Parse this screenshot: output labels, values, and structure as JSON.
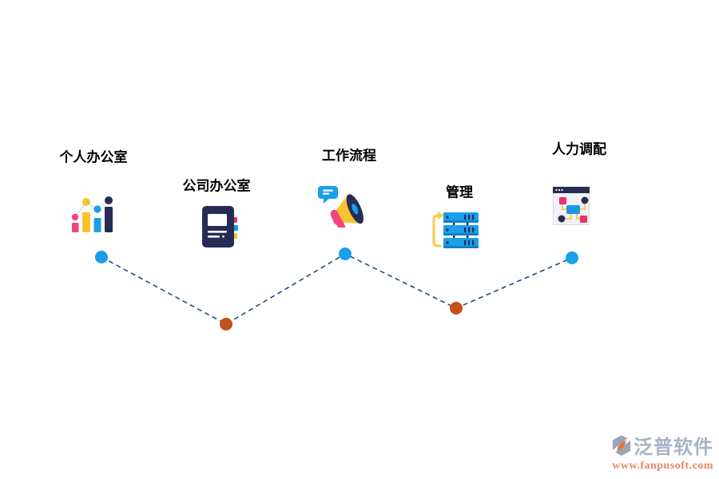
{
  "nodes": [
    {
      "label": "个人办公室",
      "icon": "bar-chart-icon",
      "dot_color": "#1B9FE9"
    },
    {
      "label": "公司办公室",
      "icon": "notebook-icon",
      "dot_color": "#C2521B"
    },
    {
      "label": "工作流程",
      "icon": "megaphone-icon",
      "dot_color": "#1B9FE9"
    },
    {
      "label": "管理",
      "icon": "server-stack-icon",
      "dot_color": "#C2521B"
    },
    {
      "label": "人力调配",
      "icon": "window-flowchart-icon",
      "dot_color": "#1B9FE9"
    }
  ],
  "colors": {
    "background": "#ffffff",
    "line": "#1F4E79",
    "accent_blue": "#1B9FE9",
    "accent_orange": "#C2521B",
    "icon_navy": "#272C55",
    "icon_pink": "#F2477B",
    "icon_magenta": "#E8336E",
    "icon_yellow": "#F9C32E",
    "icon_pale_yellow": "#F7CE55"
  },
  "watermark": {
    "brand": "泛普软件",
    "url": "www.fanpusoft.com"
  }
}
